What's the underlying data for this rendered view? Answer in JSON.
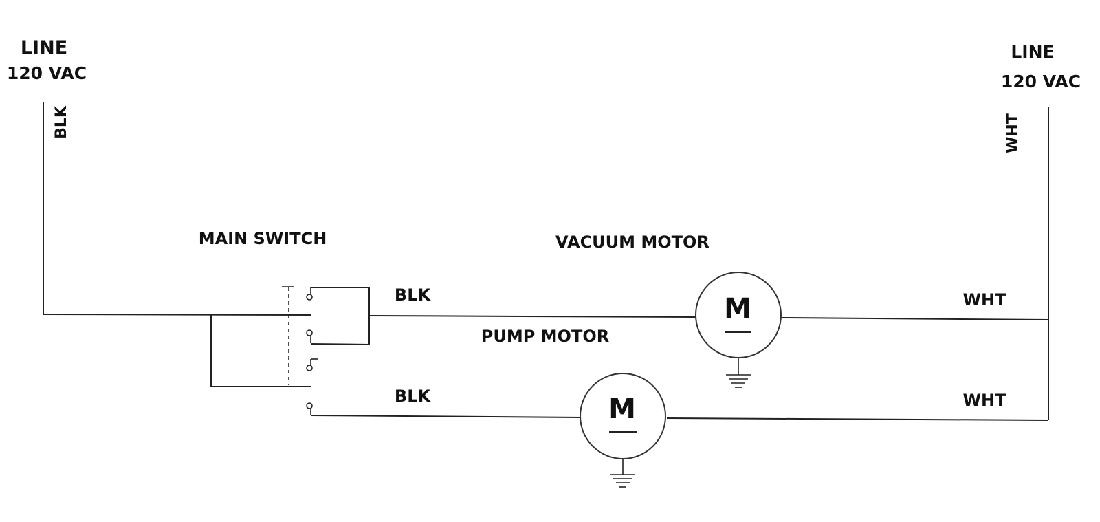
{
  "left_supply": {
    "title": "LINE",
    "voltage": "120 VAC",
    "wire": "BLK"
  },
  "right_supply": {
    "title": "LINE",
    "voltage": "120 VAC",
    "wire": "WHT"
  },
  "main_switch": {
    "label": "MAIN SWITCH"
  },
  "vacuum_motor": {
    "label": "VACUUM MOTOR",
    "symbol": "M",
    "hot_wire": "BLK",
    "neutral_wire": "WHT"
  },
  "pump_motor": {
    "label": "PUMP MOTOR",
    "symbol": "M",
    "hot_wire": "BLK",
    "neutral_wire": "WHT"
  }
}
